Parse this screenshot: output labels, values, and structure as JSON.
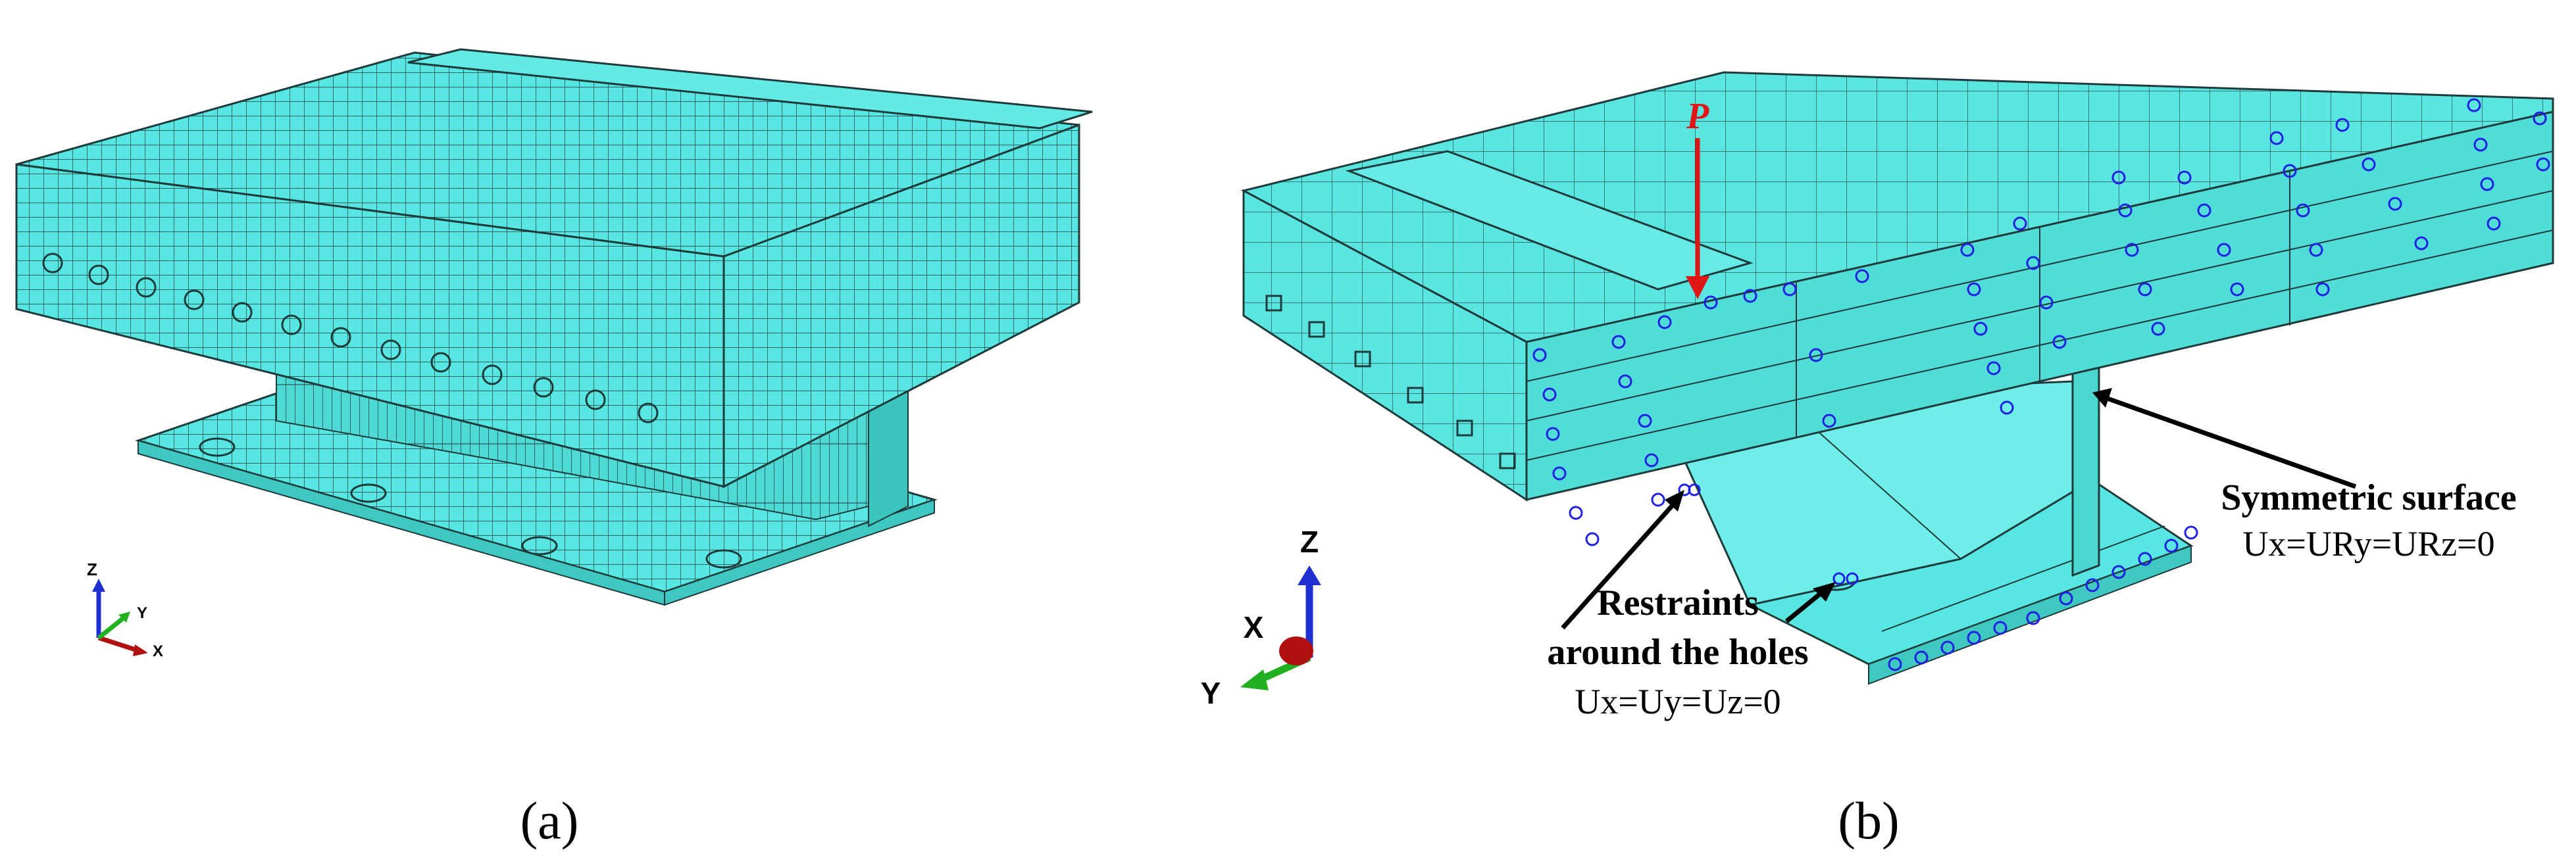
{
  "panels": {
    "a": {
      "caption": "(a)",
      "triad": {
        "z": "Z",
        "y": "Y",
        "x": "X"
      }
    },
    "b": {
      "caption": "(b)",
      "load_label": "P",
      "triad": {
        "z": "Z",
        "x": "X",
        "y": "Y"
      },
      "annotations": {
        "symmetric_title": "Symmetric surface",
        "symmetric_eq": "Ux=URy=URz=0",
        "restraints_line1": "Restraints",
        "restraints_line2": "around the holes",
        "restraints_eq": "Ux=Uy=Uz=0"
      }
    }
  },
  "colors": {
    "mesh_fill": "#57E6E1",
    "mesh_side": "#44CFCB",
    "mesh_line": "#1E3A3A",
    "load_arrow": "#E01515",
    "constraint": "#2020E0",
    "triad_z": "#2030D0",
    "triad_y": "#20B020",
    "triad_x": "#B01010",
    "text": "#000000"
  },
  "icons": [
    "coordinate-triad-icon",
    "load-arrow-icon",
    "boundary-condition-cone-icon"
  ]
}
